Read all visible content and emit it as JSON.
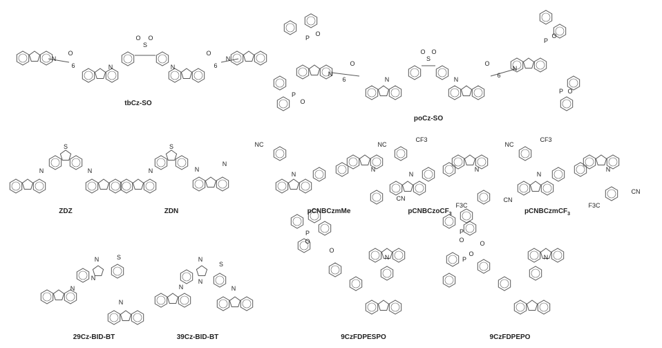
{
  "molecules": [
    {
      "id": "tbCz-SO",
      "name": "tbCz-SO",
      "atoms": [
        "N",
        "O",
        "6",
        "S",
        "O",
        "O",
        "N",
        "N",
        "O",
        "6",
        "N"
      ]
    },
    {
      "id": "poCz-SO",
      "name": "poCz-SO",
      "atoms": [
        "P",
        "O",
        "P",
        "O",
        "N",
        "6",
        "O",
        "N",
        "S",
        "O",
        "O",
        "N",
        "O",
        "6",
        "N",
        "P",
        "O",
        "P",
        "O"
      ]
    },
    {
      "id": "ZDZ",
      "name": "ZDZ",
      "atoms": [
        "S",
        "N",
        "N"
      ]
    },
    {
      "id": "ZDN",
      "name": "ZDN",
      "atoms": [
        "S",
        "N",
        "N",
        "N"
      ]
    },
    {
      "id": "pCNBCzmMe",
      "name": "pCNBCzmMe",
      "atoms": [
        "NC",
        "N",
        "N",
        "CN"
      ]
    },
    {
      "id": "pCNBCzoCF3",
      "name": "pCNBCzoCF",
      "name_sub": "3",
      "atoms": [
        "NC",
        "CF3",
        "N",
        "N",
        "F3C",
        "CN"
      ]
    },
    {
      "id": "pCNBCzmCF3",
      "name": "pCNBCzmCF",
      "name_sub": "3",
      "atoms": [
        "NC",
        "CF3",
        "N",
        "N",
        "F3C",
        "CN"
      ]
    },
    {
      "id": "29Cz-BID-BT",
      "name": "29Cz-BID-BT",
      "atoms": [
        "N",
        "S",
        "N",
        "N",
        "N"
      ]
    },
    {
      "id": "39Cz-BID-BT",
      "name": "39Cz-BID-BT",
      "atoms": [
        "N",
        "S",
        "N",
        "N",
        "N"
      ]
    },
    {
      "id": "9CzFDPESPO",
      "name": "9CzFDPESPO",
      "atoms": [
        "P",
        "O",
        "O",
        "N"
      ]
    },
    {
      "id": "9CzFDPEPO",
      "name": "9CzFDPEPO",
      "atoms": [
        "P",
        "O",
        "O",
        "P",
        "O",
        "N"
      ]
    }
  ],
  "colors": {
    "bond": "#555555",
    "label": "#222222"
  }
}
